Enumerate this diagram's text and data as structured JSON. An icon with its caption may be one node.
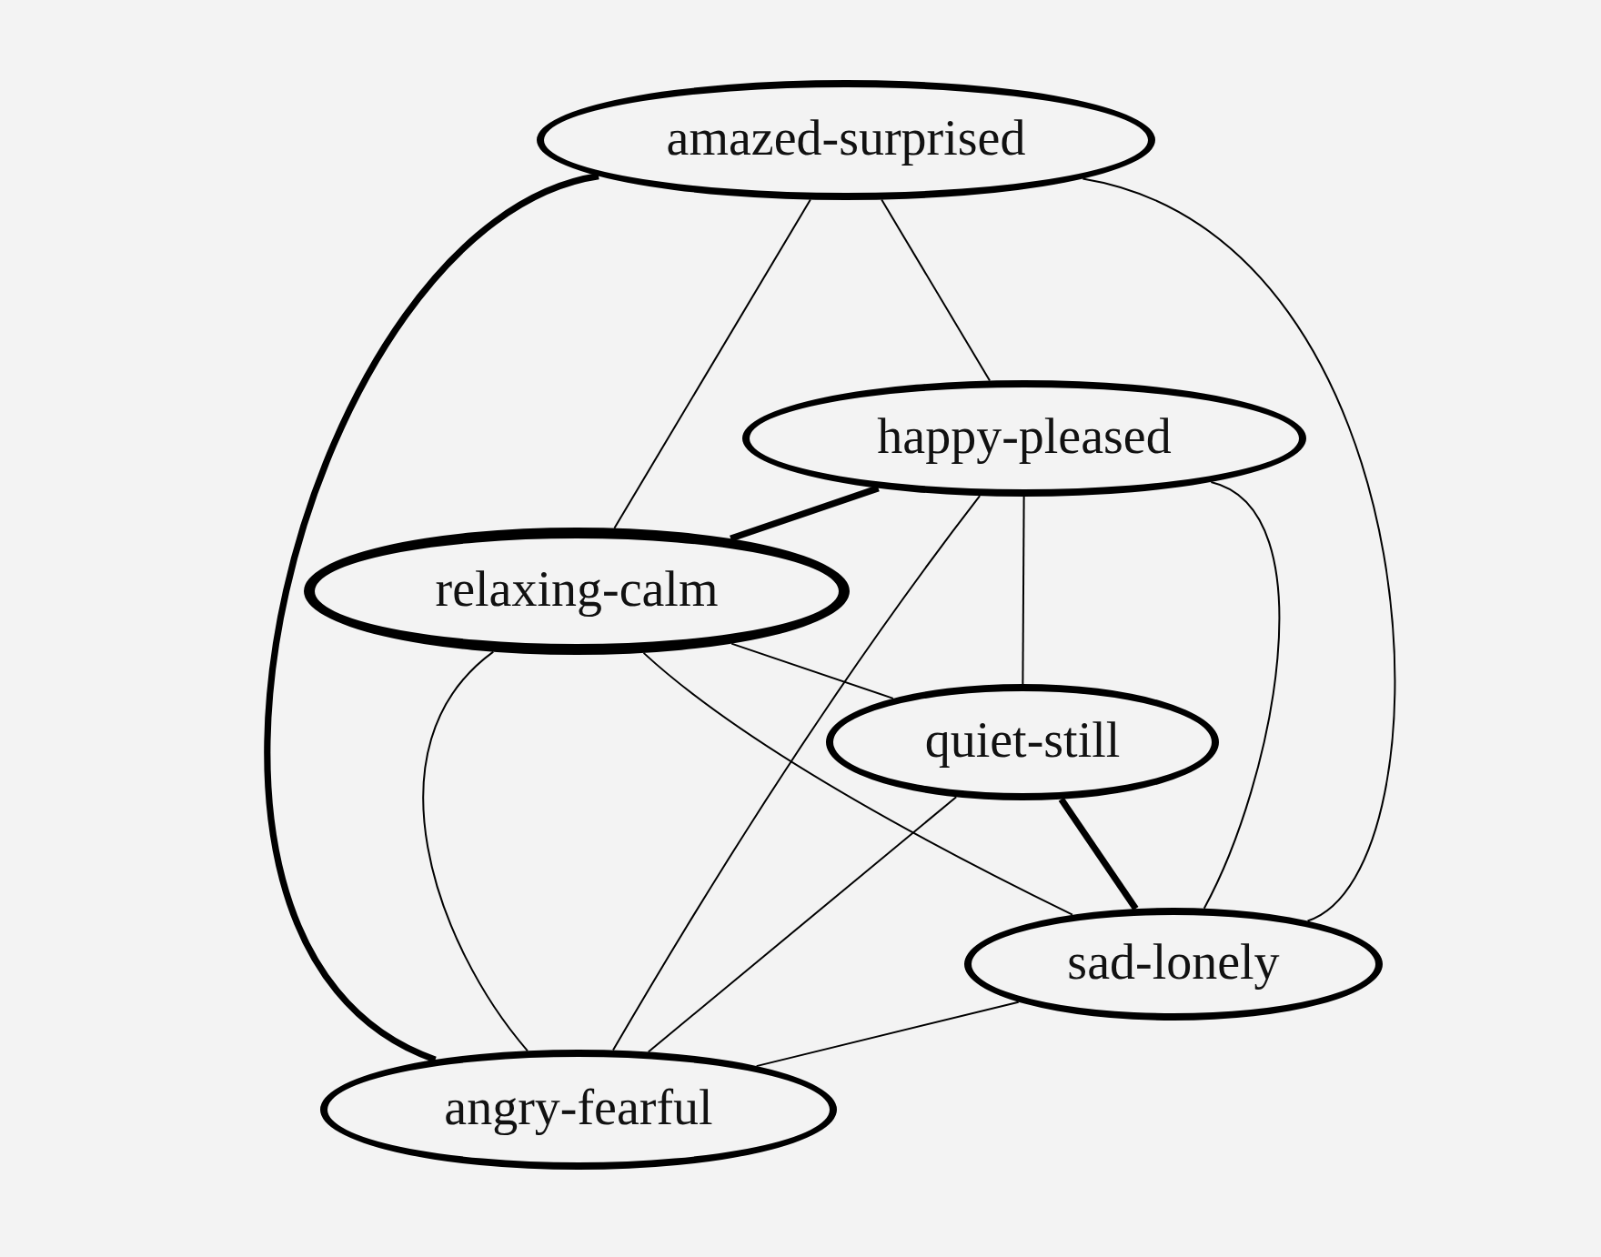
{
  "diagram": {
    "nodes": [
      {
        "text": [
          "amazed-surprised"
        ]
      },
      {
        "text": [
          "happy-pleased"
        ]
      },
      {
        "text": [
          "relaxing-calm"
        ]
      },
      {
        "text": [
          "quiet-still"
        ]
      },
      {
        "text": [
          "sad-lonely"
        ]
      },
      {
        "text": [
          "angry-fearful"
        ]
      }
    ],
    "edges": [
      {
        "from": 0,
        "to": 5,
        "arrow": "none",
        "style": "thick"
      },
      {
        "from": 0,
        "to": 1,
        "arrow": "none"
      },
      {
        "from": 0,
        "to": 2,
        "arrow": "none"
      },
      {
        "from": 0,
        "to": 4,
        "arrow": "none"
      },
      {
        "from": 1,
        "to": 2,
        "arrow": "none",
        "style": "thick"
      },
      {
        "from": 1,
        "to": 5,
        "arrow": "none"
      },
      {
        "from": 1,
        "to": 3,
        "arrow": "none"
      },
      {
        "from": 1,
        "to": 4,
        "arrow": "none"
      },
      {
        "from": 2,
        "to": 3,
        "arrow": "none"
      },
      {
        "from": 2,
        "to": 4,
        "arrow": "none"
      },
      {
        "from": 2,
        "to": 5,
        "arrow": "none"
      },
      {
        "from": 3,
        "to": 4,
        "arrow": "none",
        "style": "thick"
      },
      {
        "from": 3,
        "to": 5,
        "arrow": "none"
      },
      {
        "from": 4,
        "to": 5,
        "arrow": "none"
      }
    ]
  }
}
